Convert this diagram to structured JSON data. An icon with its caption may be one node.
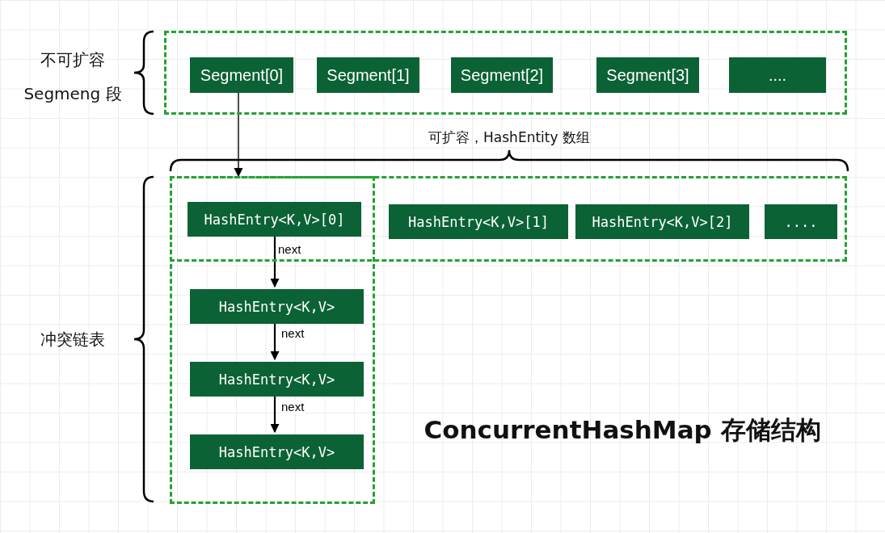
{
  "diagram": {
    "title": "ConcurrentHashMap 存储结构",
    "nodes": [
      {
        "text": [],
        "shape": "box"
      },
      {
        "text": [
          "Segment[0]"
        ],
        "in": 0
      },
      {
        "text": [
          "Segment[1]"
        ],
        "in": 0
      },
      {
        "text": [
          "Segment[2]"
        ],
        "in": 0
      },
      {
        "text": [
          "Segment[3]"
        ],
        "in": 0
      },
      {
        "text": [
          "...."
        ],
        "in": 0
      },
      {
        "text": [],
        "shape": "box"
      },
      {
        "text": [],
        "shape": "box"
      },
      {
        "text": [
          "HashEntry<K,V>[0]"
        ]
      },
      {
        "text": [
          "HashEntry<K,V>[1]"
        ],
        "in": 6
      },
      {
        "text": [
          "HashEntry<K,V>[2]"
        ],
        "in": 6
      },
      {
        "text": [
          "...."
        ],
        "in": 6
      },
      {
        "text": [
          "HashEntry<K,V>"
        ],
        "in": 7
      },
      {
        "text": [
          "HashEntry<K,V>"
        ],
        "in": 7
      },
      {
        "text": [
          "HashEntry<K,V>"
        ],
        "in": 7
      }
    ],
    "edges": [
      {
        "from": 1,
        "to": 6,
        "arrow": "to"
      },
      {
        "from": 8,
        "to": 12,
        "arrow": "to",
        "label": "next"
      },
      {
        "from": 12,
        "to": 13,
        "arrow": "to",
        "label": "next"
      },
      {
        "from": 13,
        "to": 14,
        "arrow": "to",
        "label": "next"
      }
    ],
    "labels": [
      "不可扩容",
      "Segmeng 段",
      "可扩容，HashEntity 数组",
      "冲突链表"
    ]
  }
}
